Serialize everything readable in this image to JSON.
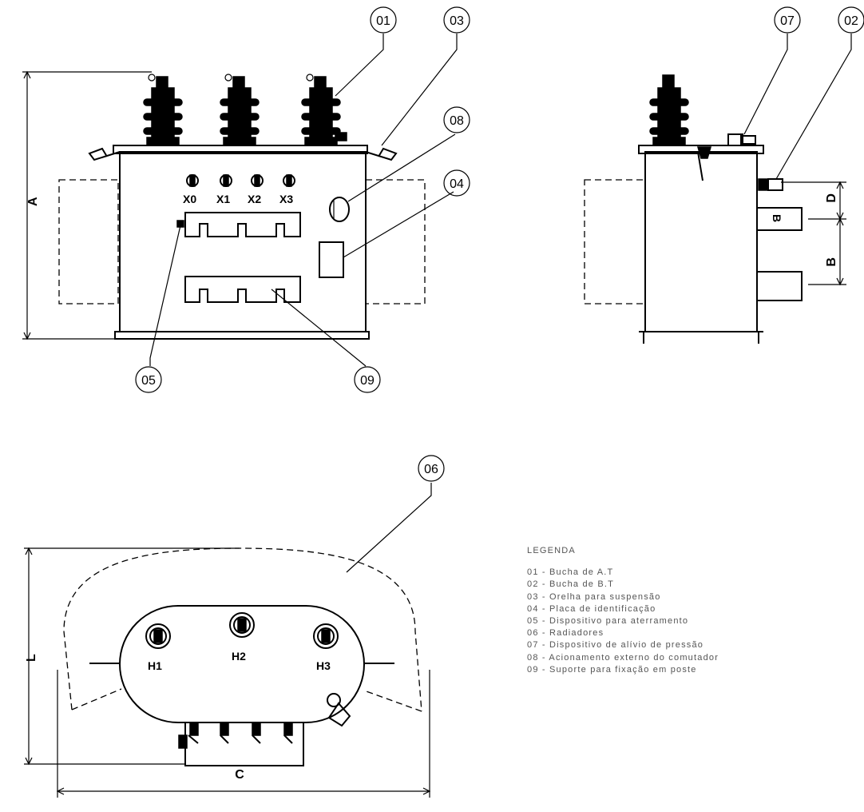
{
  "callouts": {
    "c01": "01",
    "c02": "02",
    "c03": "03",
    "c04": "04",
    "c05": "05",
    "c06": "06",
    "c07": "07",
    "c08": "08",
    "c09": "09"
  },
  "terminals_low": {
    "x0": "X0",
    "x1": "X1",
    "x2": "X2",
    "x3": "X3"
  },
  "terminals_high": {
    "h1": "H1",
    "h2": "H2",
    "h3": "H3"
  },
  "dimensions": {
    "a": "A",
    "b": "B",
    "c": "C",
    "d": "D",
    "l": "L"
  },
  "legend": {
    "title": "LEGENDA",
    "items": [
      "01 - Bucha de A.T",
      "02 - Bucha de B.T",
      "03 - Orelha para suspensão",
      "04 - Placa de identificação",
      "05 - Dispositivo para aterramento",
      "06 - Radiadores",
      "07 - Dispositivo de alívio de pressão",
      "08 - Acionamento externo do comutador",
      "09 - Suporte para fixação em poste"
    ]
  }
}
